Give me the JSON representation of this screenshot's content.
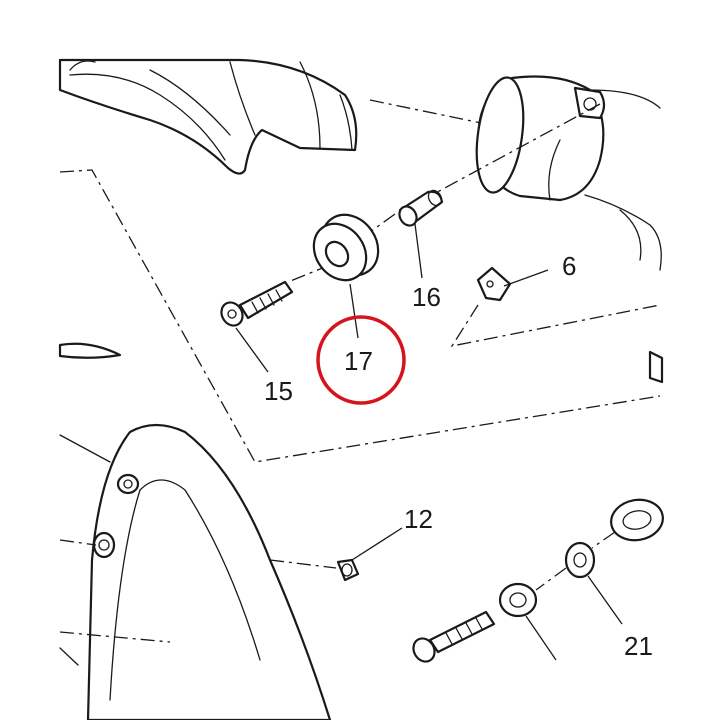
{
  "callouts": {
    "c6": "6",
    "c12": "12",
    "c15": "15",
    "c16": "16",
    "c17": "17",
    "c21": "21"
  },
  "highlight": {
    "target": "17",
    "color": "#d6141e"
  },
  "colors": {
    "ink": "#1a1a1a",
    "background": "#ffffff"
  }
}
